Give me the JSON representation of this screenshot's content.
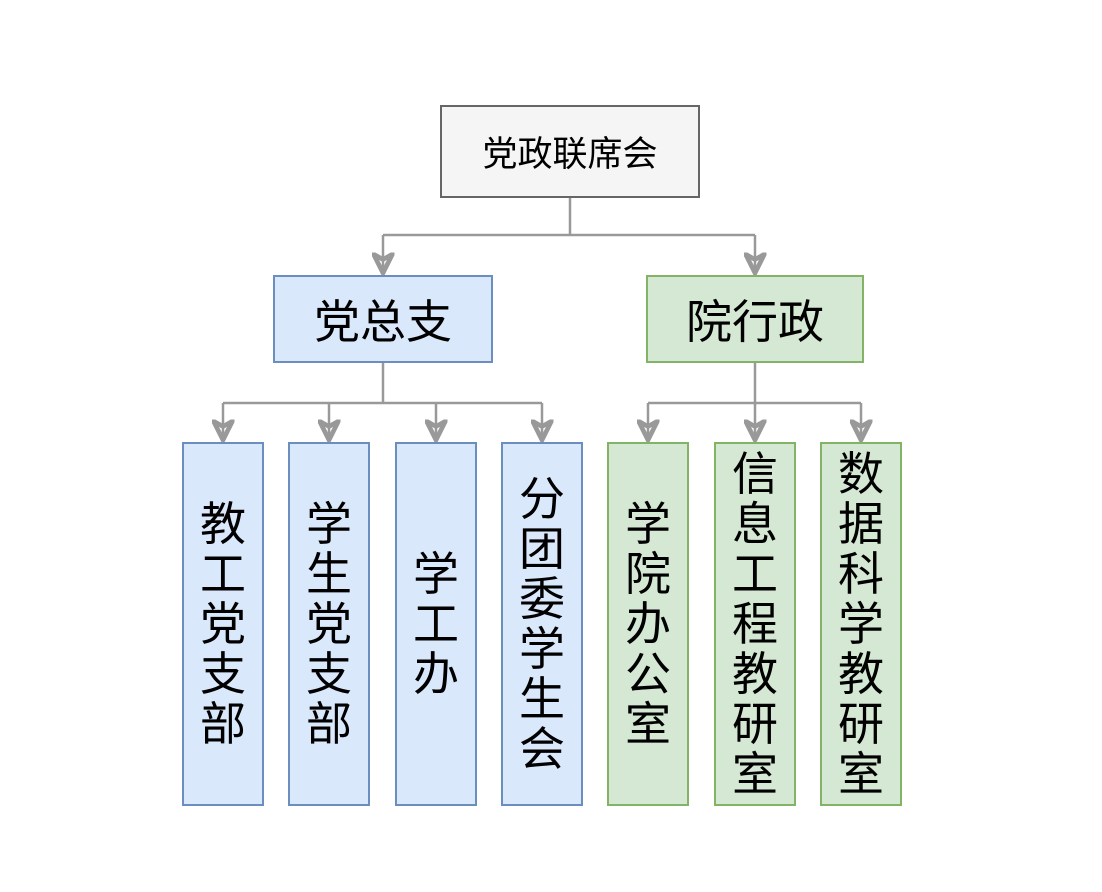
{
  "diagram": {
    "root": {
      "label": "党政联席会"
    },
    "branches": [
      {
        "label": "党总支",
        "children": [
          {
            "label": "教工党支部"
          },
          {
            "label": "学生党支部"
          },
          {
            "label": "学工办"
          },
          {
            "label": "分团委学生会"
          }
        ]
      },
      {
        "label": "院行政",
        "children": [
          {
            "label": "学院办公室"
          },
          {
            "label": "信息工程教研室"
          },
          {
            "label": "数据科学教研室"
          }
        ]
      }
    ],
    "colors": {
      "background": "#ffffff",
      "text": "#000000",
      "edge": "#999999",
      "root_fill": "#f5f5f5",
      "root_stroke": "#666666",
      "party_fill": "#dae8fc",
      "party_stroke": "#6c8ebf",
      "admin_fill": "#d5e8d4",
      "admin_stroke": "#82b366"
    }
  }
}
